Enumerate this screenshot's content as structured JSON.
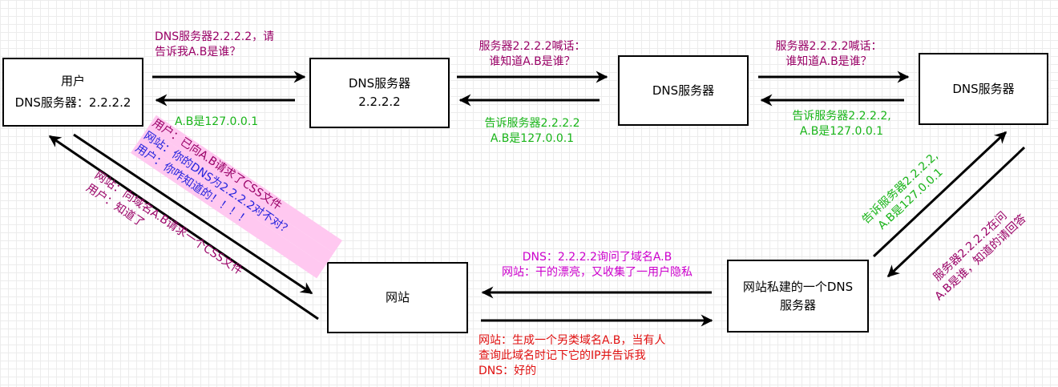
{
  "boxes": {
    "user": {
      "line1": "用户",
      "line2": "DNS服务器：2.2.2.2"
    },
    "dns_2222": {
      "line1": "DNS服务器",
      "line2": "2.2.2.2"
    },
    "dns_mid": {
      "line1": "DNS服务器"
    },
    "dns_right": {
      "line1": "DNS服务器"
    },
    "website": {
      "line1": "网站"
    },
    "website_dns": {
      "line1": "网站私建的一个DNS",
      "line2": "服务器"
    }
  },
  "labels": {
    "user_req": {
      "line1": "DNS服务器2.2.2.2，请",
      "line2": "告诉我A.B是谁？"
    },
    "user_resp": "A.B是127.0.0.1",
    "mid_req": {
      "line1": "服务器2.2.2.2喊话：",
      "line2": "谁知道A.B是谁？"
    },
    "mid_resp": {
      "line1": "告诉服务器2.2.2.2",
      "line2": "A.B是127.0.0.1"
    },
    "right_req": {
      "line1": "服务器2.2.2.2喊话：",
      "line2": "谁知道A.B是谁？"
    },
    "right_resp": {
      "line1": "告诉服务器2.2.2.2,",
      "line2": "A.B是127.0.0.1"
    },
    "web_resp": {
      "line1": "DNS：2.2.2.2询问了域名A.B",
      "line2": "网站：干的漂亮，又收集了一用户隐私"
    },
    "web_req": {
      "line1": "网站：生成一个另类域名A.B，当有人",
      "line2": "查询此域名时记下它的IP并告诉我",
      "line3": "DNS：好的"
    },
    "diag_pink": {
      "line1": "用户：已向A.B请求了CSS文件",
      "line2": "网站：你的DNS为2.2.2.2对不对？",
      "line3": "用户：你咋知道的！！！！"
    },
    "diag_left": {
      "line1": "网站：向域名A.B请求一个CSS文件",
      "line2": "用户：知道了"
    },
    "diag_green": {
      "line1": "告诉服务器2.2.2.2,",
      "line2": "A.B是127.0.0.1"
    },
    "diag_purple": {
      "line1": "服务器2.2.2.2在问",
      "line2": "A.B是谁，知道的请回答"
    }
  },
  "colors": {
    "purple": "#990066",
    "green": "#18b418",
    "red": "#e01010",
    "magenta": "#cc00cc",
    "blue": "#2222dd",
    "pink_highlight": "#ffc8f0",
    "arrow": "#000000"
  }
}
